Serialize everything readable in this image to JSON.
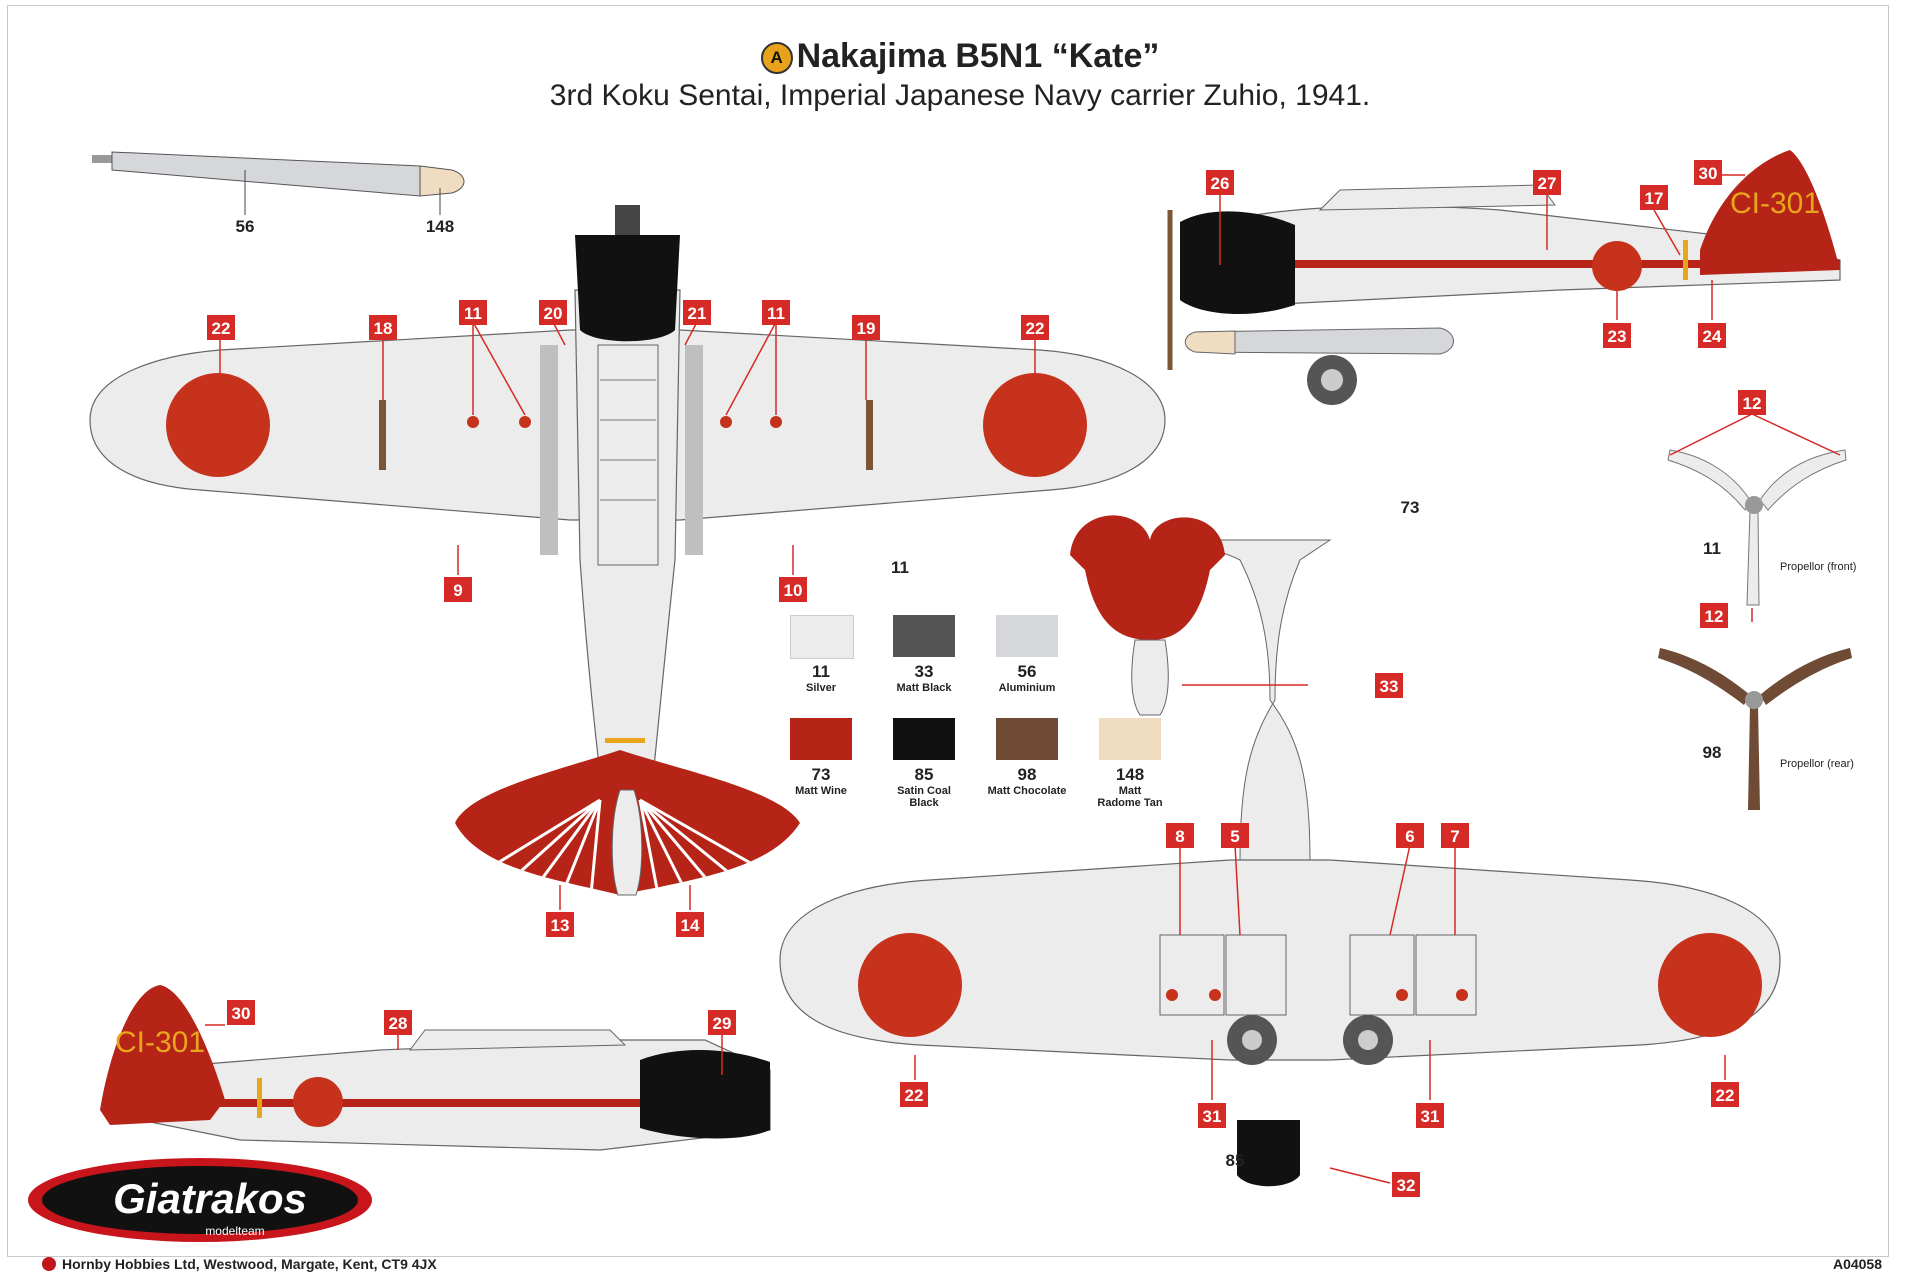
{
  "title": {
    "badge": "A",
    "name": "Nakajima B5N1 “Kate”",
    "subtitle": "3rd Koku Sentai, Imperial Japanese Navy carrier Zuhio, 1941."
  },
  "callouts": [
    "22",
    "18",
    "11",
    "20",
    "21",
    "11",
    "19",
    "22",
    "9",
    "10",
    "13",
    "14",
    "26",
    "27",
    "17",
    "30",
    "23",
    "24",
    "12",
    "12",
    "33",
    "8",
    "5",
    "6",
    "7",
    "22",
    "22",
    "31",
    "31",
    "32",
    "30",
    "28",
    "29"
  ],
  "plain_labels": {
    "torpedo_body": "56",
    "torpedo_nose": "148",
    "wing_silver": "11",
    "tail_top": "73",
    "prop_front_num": "11",
    "prop_rear_num": "98",
    "underside_black": "85"
  },
  "propellers": {
    "front_label": "Propellor (front)",
    "rear_label": "Propellor (rear)"
  },
  "tail_code": "CI-301",
  "paints": [
    {
      "num": "11",
      "name": "Silver",
      "name2": "",
      "color": "#ececec"
    },
    {
      "num": "33",
      "name": "Matt Black",
      "name2": "",
      "color": "#555555"
    },
    {
      "num": "56",
      "name": "Aluminium",
      "name2": "",
      "color": "#d5d7db"
    },
    {
      "num": "73",
      "name": "Matt Wine",
      "name2": "",
      "color": "#b62417"
    },
    {
      "num": "85",
      "name": "Satin Coal",
      "name2": "Black",
      "color": "#111111"
    },
    {
      "num": "98",
      "name": "Matt Chocolate",
      "name2": "",
      "color": "#6f4a34"
    },
    {
      "num": "148",
      "name": "Matt",
      "name2": "Radome Tan",
      "color": "#f0dcc0"
    }
  ],
  "colors": {
    "callout": "#d52a26",
    "hinomaru": "#c7321c",
    "wine": "#b62417",
    "black": "#111111",
    "silver": "#ececec",
    "wood": "#7a5537",
    "yellow": "#e8a61b"
  },
  "logo": {
    "brand": "Giatrakos",
    "sub": "modelteam"
  },
  "footer": {
    "left": "Hornby Hobbies Ltd, Westwood, Margate, Kent, CT9 4JX",
    "right": "A04058"
  }
}
